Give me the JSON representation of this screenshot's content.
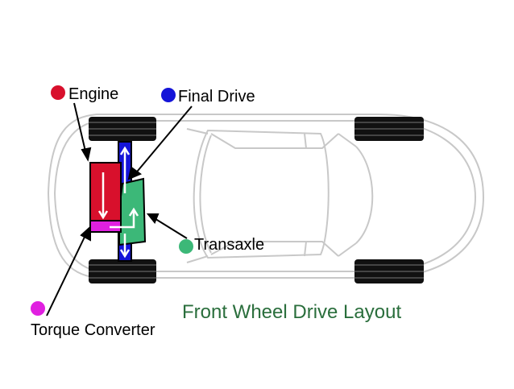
{
  "labels": {
    "engine": "Engine",
    "final_drive": "Final Drive",
    "transaxle": "Transaxle",
    "torque_converter": "Torque Converter"
  },
  "title": "Front Wheel Drive Layout",
  "colors": {
    "engine": "#d8102c",
    "final_drive": "#1414d8",
    "transaxle": "#3cb878",
    "torque_converter": "#e020e0",
    "title": "#2a6e3c",
    "car_outline": "#c8c8c8",
    "tire": "#111111"
  }
}
